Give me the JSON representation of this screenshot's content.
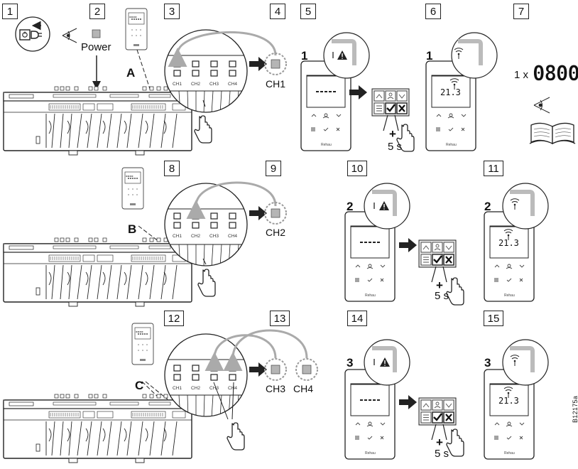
{
  "steps": [
    "1",
    "2",
    "3",
    "4",
    "5",
    "6",
    "7",
    "8",
    "9",
    "10",
    "11",
    "12",
    "13",
    "14",
    "15"
  ],
  "labels": {
    "power": "Power",
    "thermostat_a": "A",
    "thermostat_b": "B",
    "thermostat_c": "C",
    "seq_1": "1",
    "seq_2": "2",
    "seq_3": "3",
    "plus_5s": "5 s",
    "plus_sign": "+",
    "times_1x": "1 x",
    "display_time": "0800",
    "temp_value": "21.3",
    "dashes": "----",
    "doc_code": "B12175a"
  },
  "channels": [
    "CH1",
    "CH2",
    "CH3",
    "CH4"
  ],
  "selected_channels": {
    "row1": "CH1",
    "row2": "CH2",
    "row3a": "CH3",
    "row3b": "CH4"
  },
  "colors": {
    "line": "#222222",
    "light_gray": "#b8b8b8",
    "mid_gray": "#9a9a9a",
    "fill_gray": "#c8c8c8"
  }
}
